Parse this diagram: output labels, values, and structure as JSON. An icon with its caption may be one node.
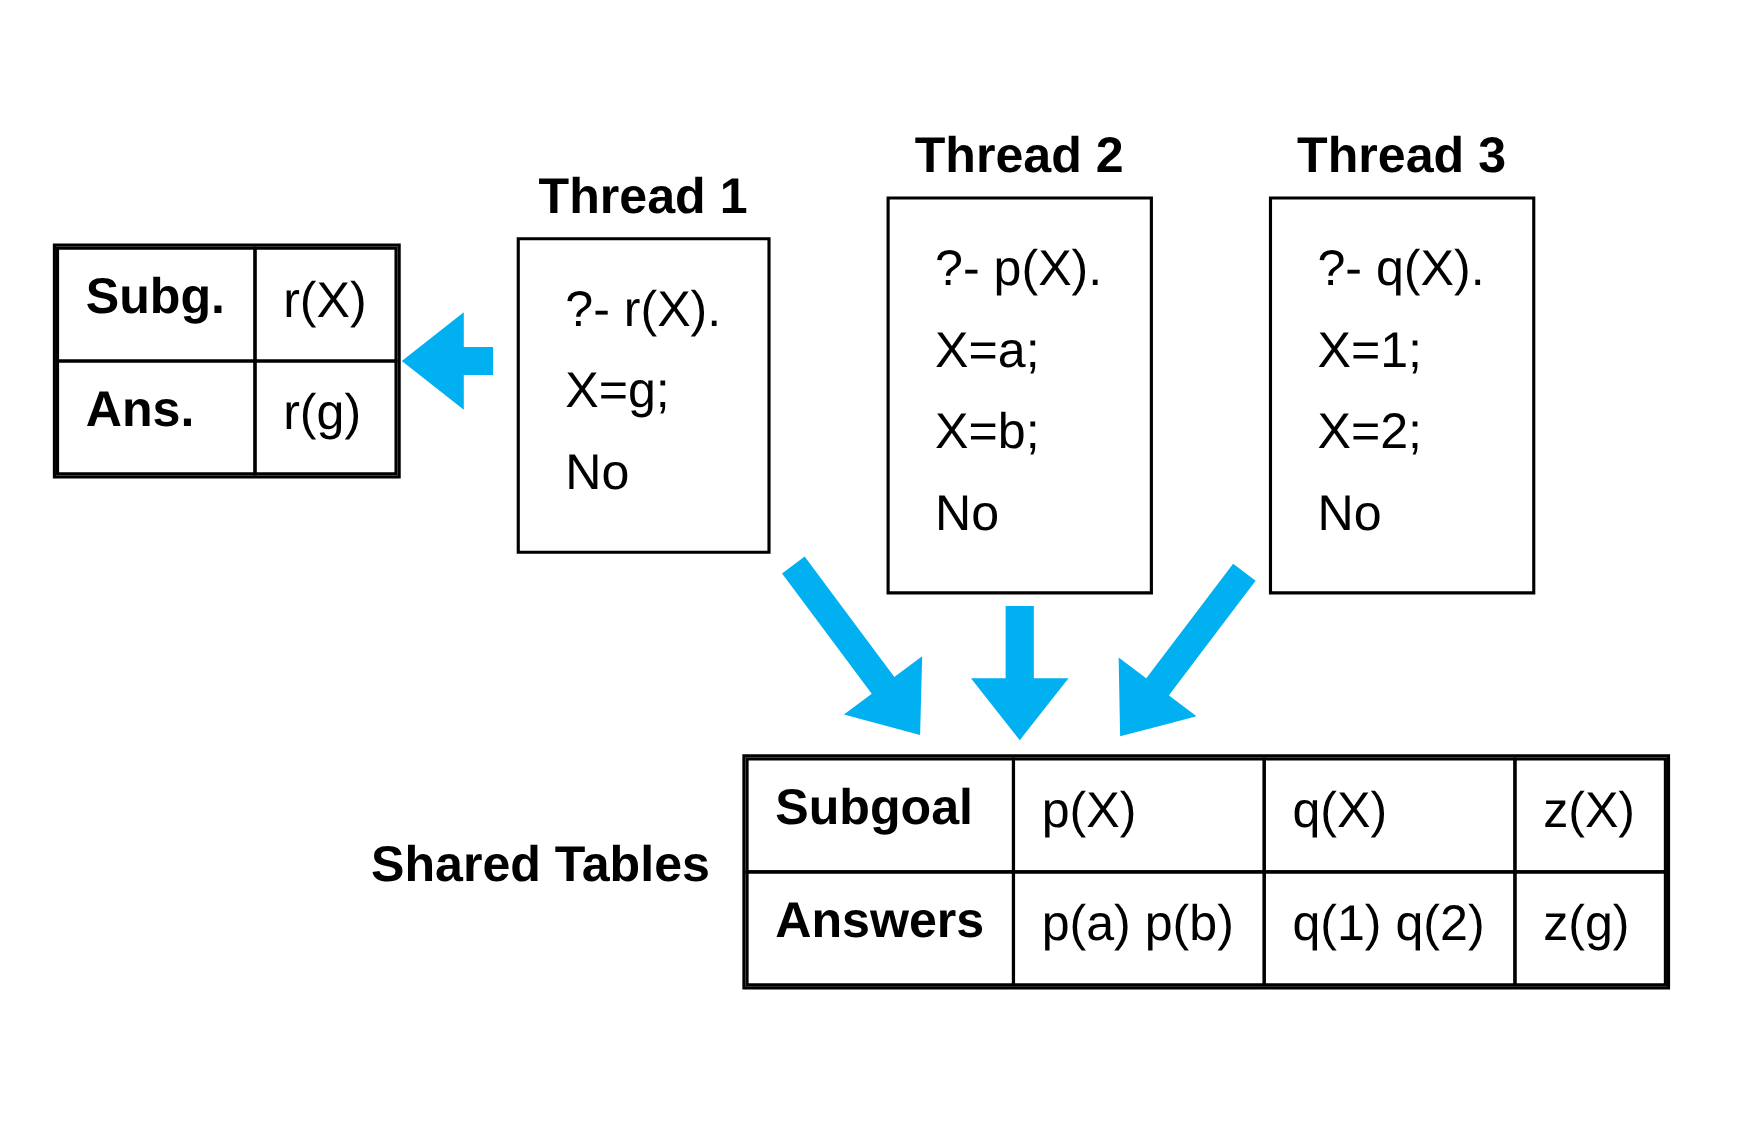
{
  "diagram": {
    "nodes": [
      {
        "text": [
          "Thread 1",
          "?- r(X).",
          "X=g;",
          "No"
        ]
      },
      {
        "text": [
          "Thread 2",
          "?- p(X).",
          "X=a;",
          "X=b;",
          "No"
        ]
      },
      {
        "text": [
          "Thread 3",
          "?- q(X).",
          "X=1;",
          "X=2;",
          "No"
        ]
      },
      {
        "text": [
          "Subg.",
          "r(X)",
          "Ans.",
          "r(g)"
        ]
      },
      {
        "text": [
          "Subgoal",
          "p(X)",
          "q(X)",
          "z(X)",
          "Answers",
          "p(a) p(b)",
          "q(1) q(2)",
          "z(g)"
        ],
        "beside": [
          "Shared Tables"
        ]
      }
    ],
    "edges": [
      {
        "from": 0,
        "to": 3,
        "arrow": "to"
      },
      {
        "from": 0,
        "to": 4,
        "arrow": "to"
      },
      {
        "from": 1,
        "to": 4,
        "arrow": "to"
      },
      {
        "from": 2,
        "to": 4,
        "arrow": "to"
      }
    ]
  }
}
